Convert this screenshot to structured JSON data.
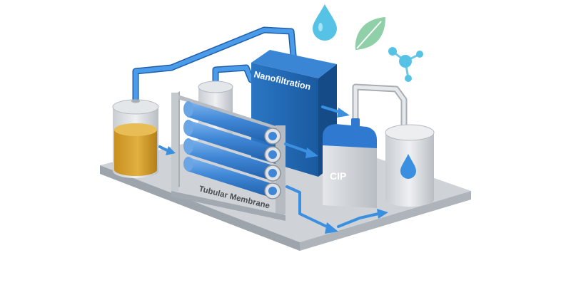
{
  "labels": {
    "nanofiltration": "Nanofiltration",
    "cip": "CIP",
    "tubular_membrane": "Tubular Membrane"
  },
  "icons": [
    "water-drop-icon",
    "leaf-icon",
    "molecule-icon",
    "water-drop-icon"
  ],
  "colors": {
    "pipe_blue": "#3a8fe0",
    "nf_unit_blue": "#1e63ad",
    "membrane_blue": "#3f87d6",
    "feed_liquid": "#d4a030",
    "leaf_green": "#8fd0a8",
    "drop_cyan": "#56c3e6",
    "platform_gray": "#c3c7cc"
  }
}
